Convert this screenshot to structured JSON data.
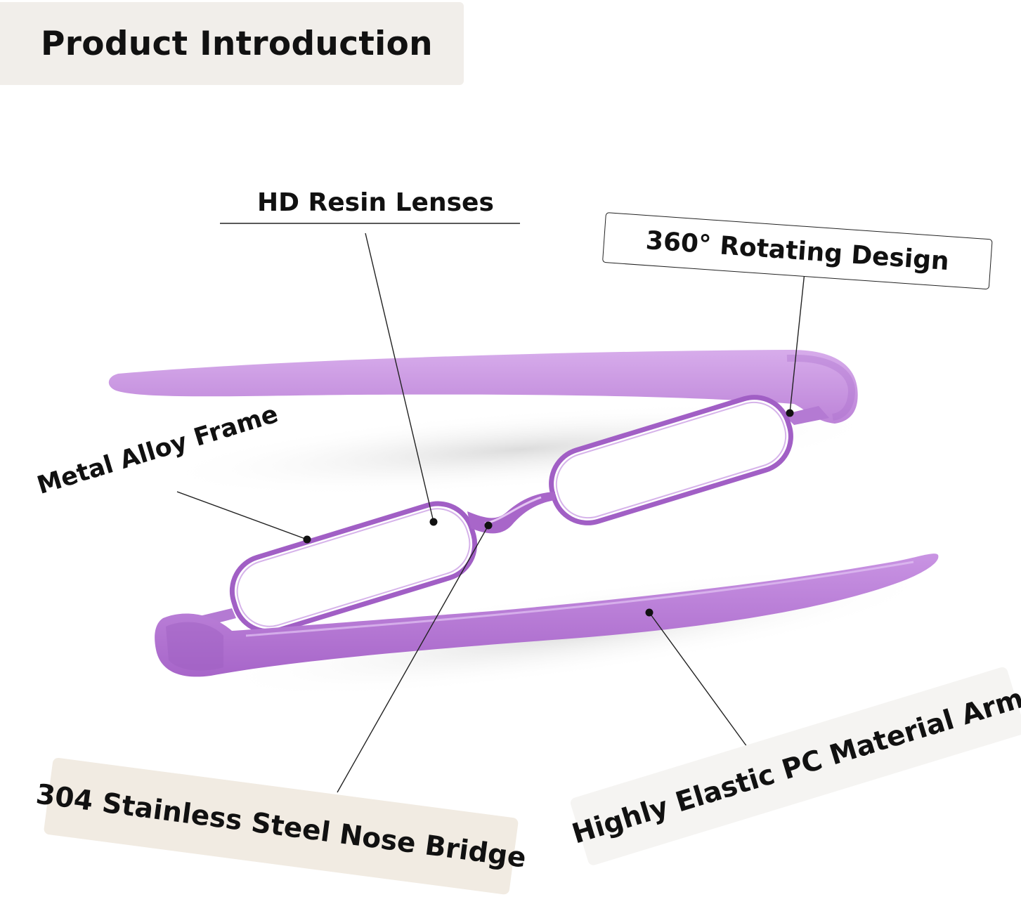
{
  "header": {
    "title": "Product Introduction"
  },
  "callouts": {
    "lenses": "HD Resin Lenses",
    "rotating": "360° Rotating Design",
    "frame": "Metal Alloy Frame",
    "nose_bridge": "304 Stainless Steel Nose Bridge",
    "arm": "Highly Elastic PC Material Arm"
  },
  "colors": {
    "frame_purple": "#b26fd0",
    "arm_purple": "#c48fdf",
    "title_bg": "#f1eeea",
    "nose_label_bg": "#f1ebe2",
    "arm_label_bg": "#f5f4f2"
  }
}
